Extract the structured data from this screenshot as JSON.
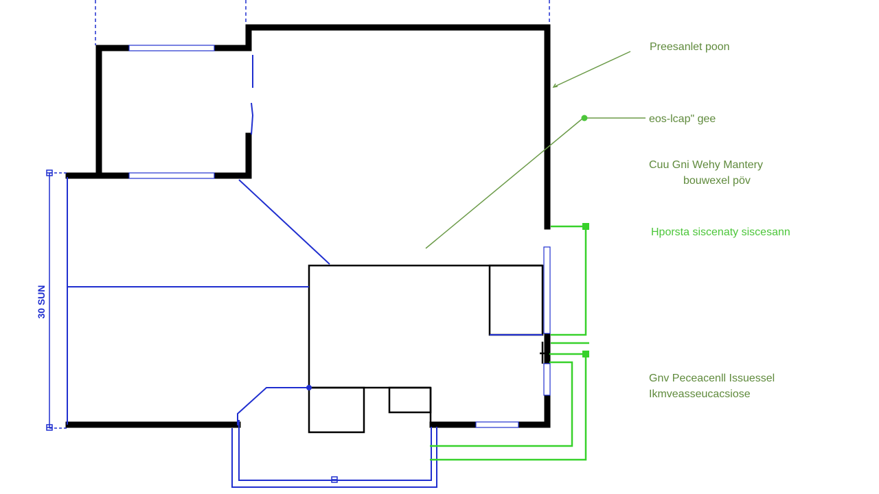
{
  "annotations": {
    "a1": "Preesanlet poon",
    "a2": "eos-lcap\" gee",
    "a3_line1": "Cuu  Gni  Wehy  Mantery",
    "a3_line2": "bouwexel  pöv",
    "a4": "Hporsta siscenaty siscesann",
    "a5_line1": "Gnv  Peceacenll  Issuessel",
    "a5_line2": "Ikmveasseucacsiose"
  },
  "dimension": {
    "left_label": "30 SUN"
  },
  "colors": {
    "wall": "#000000",
    "dimension": "#1f2ecf",
    "annotation_dark": "#5f8a3c",
    "annotation_bright": "#4cc63a",
    "leader": "#6a9a47",
    "connector": "#37d12a"
  }
}
